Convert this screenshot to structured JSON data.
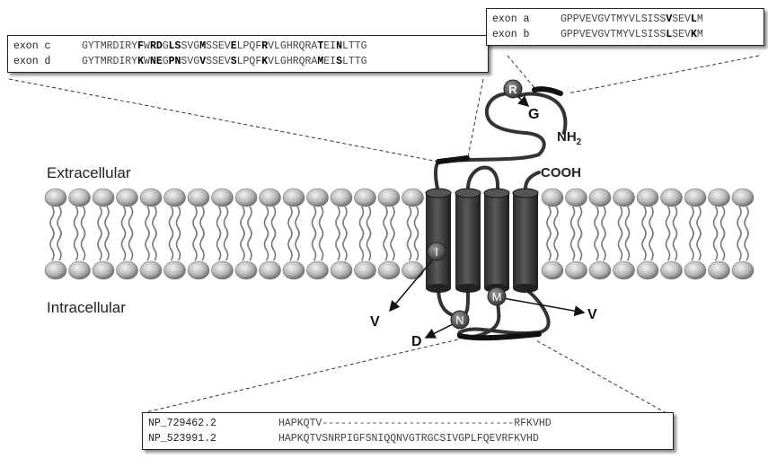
{
  "regions": {
    "extracellular": "Extracellular",
    "intracellular": "Intracellular"
  },
  "termini": {
    "n": "NH",
    "n_sub": "2",
    "c": "COOH"
  },
  "boxes": {
    "exon_cd": {
      "rows": [
        {
          "label": "exon c",
          "segments": [
            [
              "GYTMRDIRY",
              0
            ],
            [
              "F",
              1
            ],
            [
              "W",
              0
            ],
            [
              "RD",
              1
            ],
            [
              "G",
              0
            ],
            [
              "LS",
              1
            ],
            [
              "SVG",
              0
            ],
            [
              "M",
              1
            ],
            [
              "SSEV",
              0
            ],
            [
              "E",
              1
            ],
            [
              "LPQF",
              0
            ],
            [
              "R",
              1
            ],
            [
              "VLGHRQRA",
              0
            ],
            [
              "T",
              1
            ],
            [
              "EI",
              0
            ],
            [
              "N",
              1
            ],
            [
              "LTTG",
              0
            ]
          ]
        },
        {
          "label": "exon d",
          "segments": [
            [
              "GYTMRDIRY",
              0
            ],
            [
              "K",
              1
            ],
            [
              "W",
              0
            ],
            [
              "NE",
              1
            ],
            [
              "G",
              0
            ],
            [
              "PN",
              1
            ],
            [
              "SVG",
              0
            ],
            [
              "V",
              1
            ],
            [
              "SSEV",
              0
            ],
            [
              "S",
              1
            ],
            [
              "LPQF",
              0
            ],
            [
              "K",
              1
            ],
            [
              "VLGHRQRA",
              0
            ],
            [
              "M",
              1
            ],
            [
              "EI",
              0
            ],
            [
              "S",
              1
            ],
            [
              "LTTG",
              0
            ]
          ]
        }
      ]
    },
    "exon_ab": {
      "rows": [
        {
          "label": "exon a",
          "segments": [
            [
              "GPPVEVGVTMYVLSISS",
              0
            ],
            [
              "V",
              1
            ],
            [
              "SEV",
              0
            ],
            [
              "L",
              1
            ],
            [
              "M",
              0
            ]
          ]
        },
        {
          "label": "exon b",
          "segments": [
            [
              "GPPVEVGVTMYVLSISS",
              0
            ],
            [
              "L",
              1
            ],
            [
              "SEV",
              0
            ],
            [
              "K",
              1
            ],
            [
              "M",
              0
            ]
          ]
        }
      ]
    },
    "np": {
      "rows": [
        {
          "label": "NP_729462.2",
          "segments": [
            [
              "HAPKQTV-------------------------------RFKVHD",
              0
            ]
          ]
        },
        {
          "label": "NP_523991.2",
          "segments": [
            [
              "HAPKQTVSNRPIGFSNIQQNVGTRGCSIVGPLFQEVRFKVHD",
              0
            ]
          ]
        }
      ]
    }
  },
  "variants": [
    {
      "from": "R",
      "to": "G"
    },
    {
      "from": "I",
      "to": "V"
    },
    {
      "from": "N",
      "to": "D"
    },
    {
      "from": "M",
      "to": "V"
    }
  ],
  "colors": {
    "helix": "#3c3c3c",
    "lipid_head": "#b8b8b8",
    "lipid_tail": "#7a7a7a",
    "line": "#333333"
  }
}
